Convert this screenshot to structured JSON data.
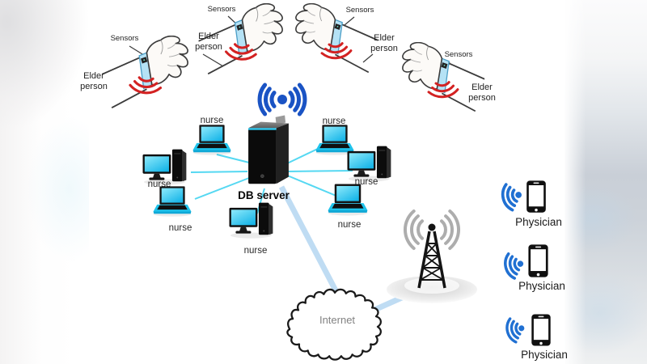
{
  "elders": [
    {
      "sensors_label": "Sensors",
      "person_label": "Elder person"
    },
    {
      "sensors_label": "Sensors",
      "person_label": "Elder person"
    },
    {
      "sensors_label": "Sensors",
      "person_label": "Elder person"
    },
    {
      "sensors_label": "Sensors",
      "person_label": "Elder person"
    }
  ],
  "server": {
    "label": "DB server"
  },
  "stations": [
    {
      "type": "laptop",
      "label": "nurse"
    },
    {
      "type": "desktop",
      "label": "nurse"
    },
    {
      "type": "laptop",
      "label": "nurse"
    },
    {
      "type": "laptop",
      "label": "nurse"
    },
    {
      "type": "desktop",
      "label": "nurse"
    },
    {
      "type": "laptop",
      "label": "nurse"
    },
    {
      "type": "desktop",
      "label": "nurse"
    }
  ],
  "internet": {
    "label": "Internet"
  },
  "physicians": [
    {
      "label": "Physician"
    },
    {
      "label": "Physician"
    },
    {
      "label": "Physician"
    }
  ],
  "colors": {
    "wifi_blue": "#1a53c4",
    "physician_wifi_blue": "#2070d2",
    "sensor_signal_red": "#d32222",
    "screen_cyan": "#2ec9f0",
    "lan_link_cyan": "#55d8f2",
    "wan_link_pale_blue": "#bfdcf3"
  }
}
